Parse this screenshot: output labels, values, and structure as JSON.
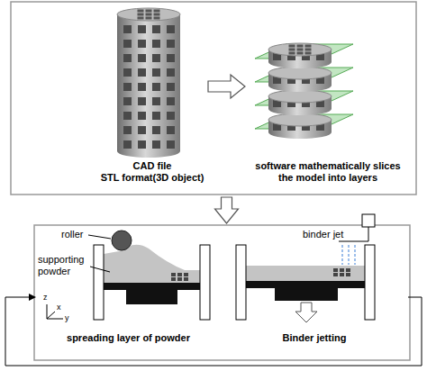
{
  "diagram": {
    "nodes": [
      {
        "text": [
          "CAD file",
          "STL format(3D object)"
        ]
      },
      {
        "text": [
          "software mathematically slices the model into layers"
        ]
      },
      {
        "text": [
          "spreading layer of powder"
        ]
      },
      {
        "text": [
          "Binder jetting"
        ]
      }
    ],
    "edges": [
      {
        "from": 0,
        "to": 1,
        "arrow": "to"
      },
      {
        "from": 1,
        "to": 2,
        "arrow": "to"
      },
      {
        "from": 3,
        "to": 2,
        "arrow": "to"
      }
    ],
    "labels": [
      "roller",
      "supporting powder",
      "binder jet",
      "z",
      "x",
      "y"
    ]
  }
}
